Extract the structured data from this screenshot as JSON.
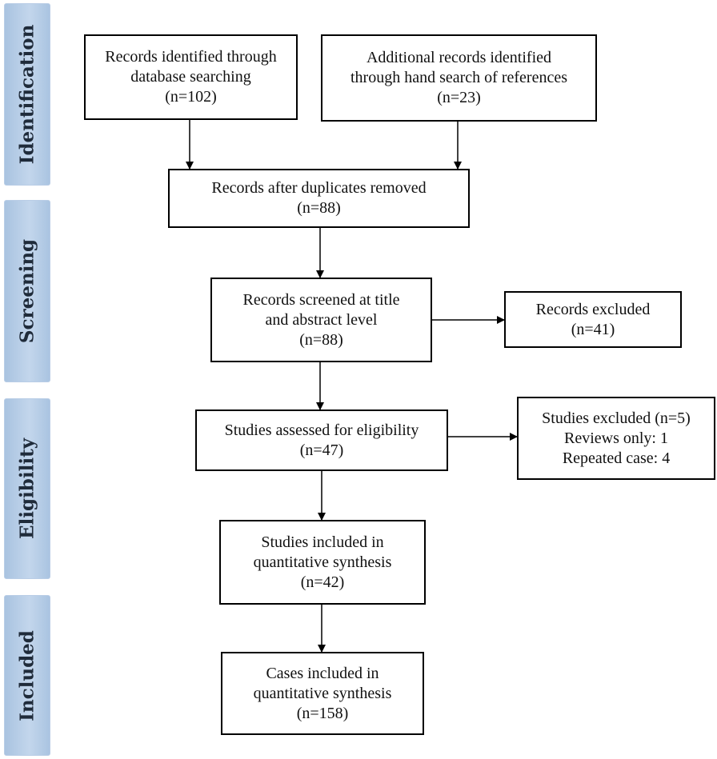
{
  "stages": {
    "identification": "Identification",
    "screening": "Screening",
    "eligibility": "Eligibility",
    "included": "Included"
  },
  "boxes": {
    "database_search": {
      "line1": "Records identified through",
      "line2": "database searching",
      "line3": "(n=102)"
    },
    "hand_search": {
      "line1": "Additional records identified",
      "line2": "through hand search of references",
      "line3": "(n=23)"
    },
    "duplicates_removed": {
      "line1": "Records after duplicates removed",
      "line2": "(n=88)"
    },
    "screened": {
      "line1": "Records screened at title",
      "line2": "and abstract level",
      "line3": "(n=88)"
    },
    "records_excluded": {
      "line1": "Records excluded",
      "line2": "(n=41)"
    },
    "eligibility_assessed": {
      "line1": "Studies assessed for eligibility",
      "line2": "(n=47)"
    },
    "studies_excluded": {
      "line1": "Studies excluded (n=5)",
      "line2": "Reviews only:  1",
      "line3": "Repeated case: 4"
    },
    "studies_included": {
      "line1": "Studies included in",
      "line2": "quantitative synthesis",
      "line3": "(n=42)"
    },
    "cases_included": {
      "line1": "Cases included in",
      "line2": "quantitative synthesis",
      "line3": "(n=158)"
    }
  }
}
